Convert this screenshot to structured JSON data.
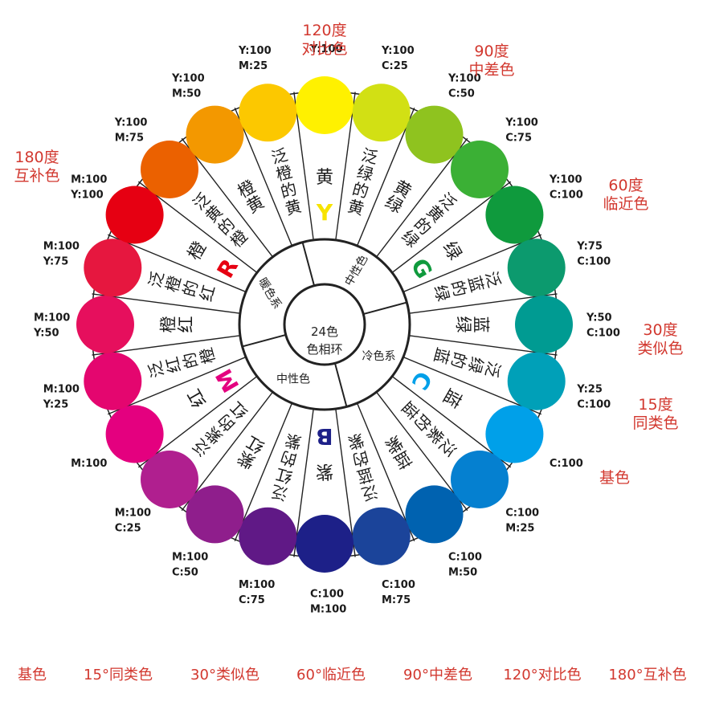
{
  "center": {
    "line1": "24色",
    "line2": "色相环"
  },
  "inner_groups": [
    "暖色系",
    "中性色",
    "冷色系",
    "中性色"
  ],
  "segments": [
    {
      "name": "黄",
      "code": "Y:100",
      "color": "#fff100"
    },
    {
      "name": "泛绿的黄",
      "code": "Y:100\nC:25",
      "color": "#d2e014"
    },
    {
      "name": "黄绿",
      "code": "Y:100\nC:50",
      "color": "#8fc31f"
    },
    {
      "name": "泛黄的绿",
      "code": "Y:100\nC:75",
      "color": "#3bb035"
    },
    {
      "name": "绿",
      "code": "Y:100\nC:100",
      "color": "#0f9a3d"
    },
    {
      "name": "泛蓝的绿",
      "code": "Y:75\nC:100",
      "color": "#0c9a6e"
    },
    {
      "name": "蓝绿",
      "code": "Y:50\nC:100",
      "color": "#009b92"
    },
    {
      "name": "泛绿的蓝",
      "code": "Y:25\nC:100",
      "color": "#00a0b8"
    },
    {
      "name": "蓝",
      "code": "C:100",
      "color": "#00a0e9"
    },
    {
      "name": "泛紫的蓝",
      "code": "C:100\nM:25",
      "color": "#0580d0"
    },
    {
      "name": "蓝紫",
      "code": "C:100\nM:50",
      "color": "#0062b0"
    },
    {
      "name": "泛蓝的紫",
      "code": "C:100\nM:75",
      "color": "#1b449a"
    },
    {
      "name": "紫",
      "code": "C:100\nM:100",
      "color": "#1d2088"
    },
    {
      "name": "泛红的紫",
      "code": "M:100\nC:75",
      "color": "#601986"
    },
    {
      "name": "紫红",
      "code": "M:100\nC:50",
      "color": "#8f1e8c"
    },
    {
      "name": "泛紫的红",
      "code": "M:100\nC:25",
      "color": "#b01f8f"
    },
    {
      "name": "红",
      "code": "M:100",
      "color": "#e4007f"
    },
    {
      "name": "泛红的橙",
      "code": "M:100\nY:25",
      "color": "#e4066f"
    },
    {
      "name": "橙红",
      "code": "M:100\nY:50",
      "color": "#e60f5d"
    },
    {
      "name": "泛橙的红",
      "code": "M:100\nY:75",
      "color": "#e6173f"
    },
    {
      "name": "橙",
      "code": "M:100\nY:100",
      "color": "#e60012"
    },
    {
      "name": "泛黄的橙",
      "code": "Y:100\nM:75",
      "color": "#eb6100"
    },
    {
      "name": "橙黄",
      "code": "Y:100\nM:50",
      "color": "#f39800"
    },
    {
      "name": "泛橙的黄",
      "code": "Y:100\nM:25",
      "color": "#fcc800"
    }
  ],
  "primary_letters": [
    {
      "letter": "Y",
      "color": "#f7e300"
    },
    {
      "letter": "G",
      "color": "#0f9a3d"
    },
    {
      "letter": "C",
      "color": "#00a0e9"
    },
    {
      "letter": "B",
      "color": "#1d2088"
    },
    {
      "letter": "M",
      "color": "#e4007f"
    },
    {
      "letter": "R",
      "color": "#e60012"
    }
  ],
  "angle_labels": [
    {
      "text": "120度\n对比色"
    },
    {
      "text": "90度\n中差色"
    },
    {
      "text": "60度\n临近色"
    },
    {
      "text": "30度\n类似色"
    },
    {
      "text": "15度\n同类色"
    },
    {
      "text": "基色"
    },
    {
      "text": "180度\n互补色"
    }
  ],
  "legend": [
    "基色",
    "15°同类色",
    "30°类似色",
    "60°临近色",
    "90°中差色",
    "120°对比色",
    "180°互补色"
  ],
  "accent_color": "#d2382f"
}
